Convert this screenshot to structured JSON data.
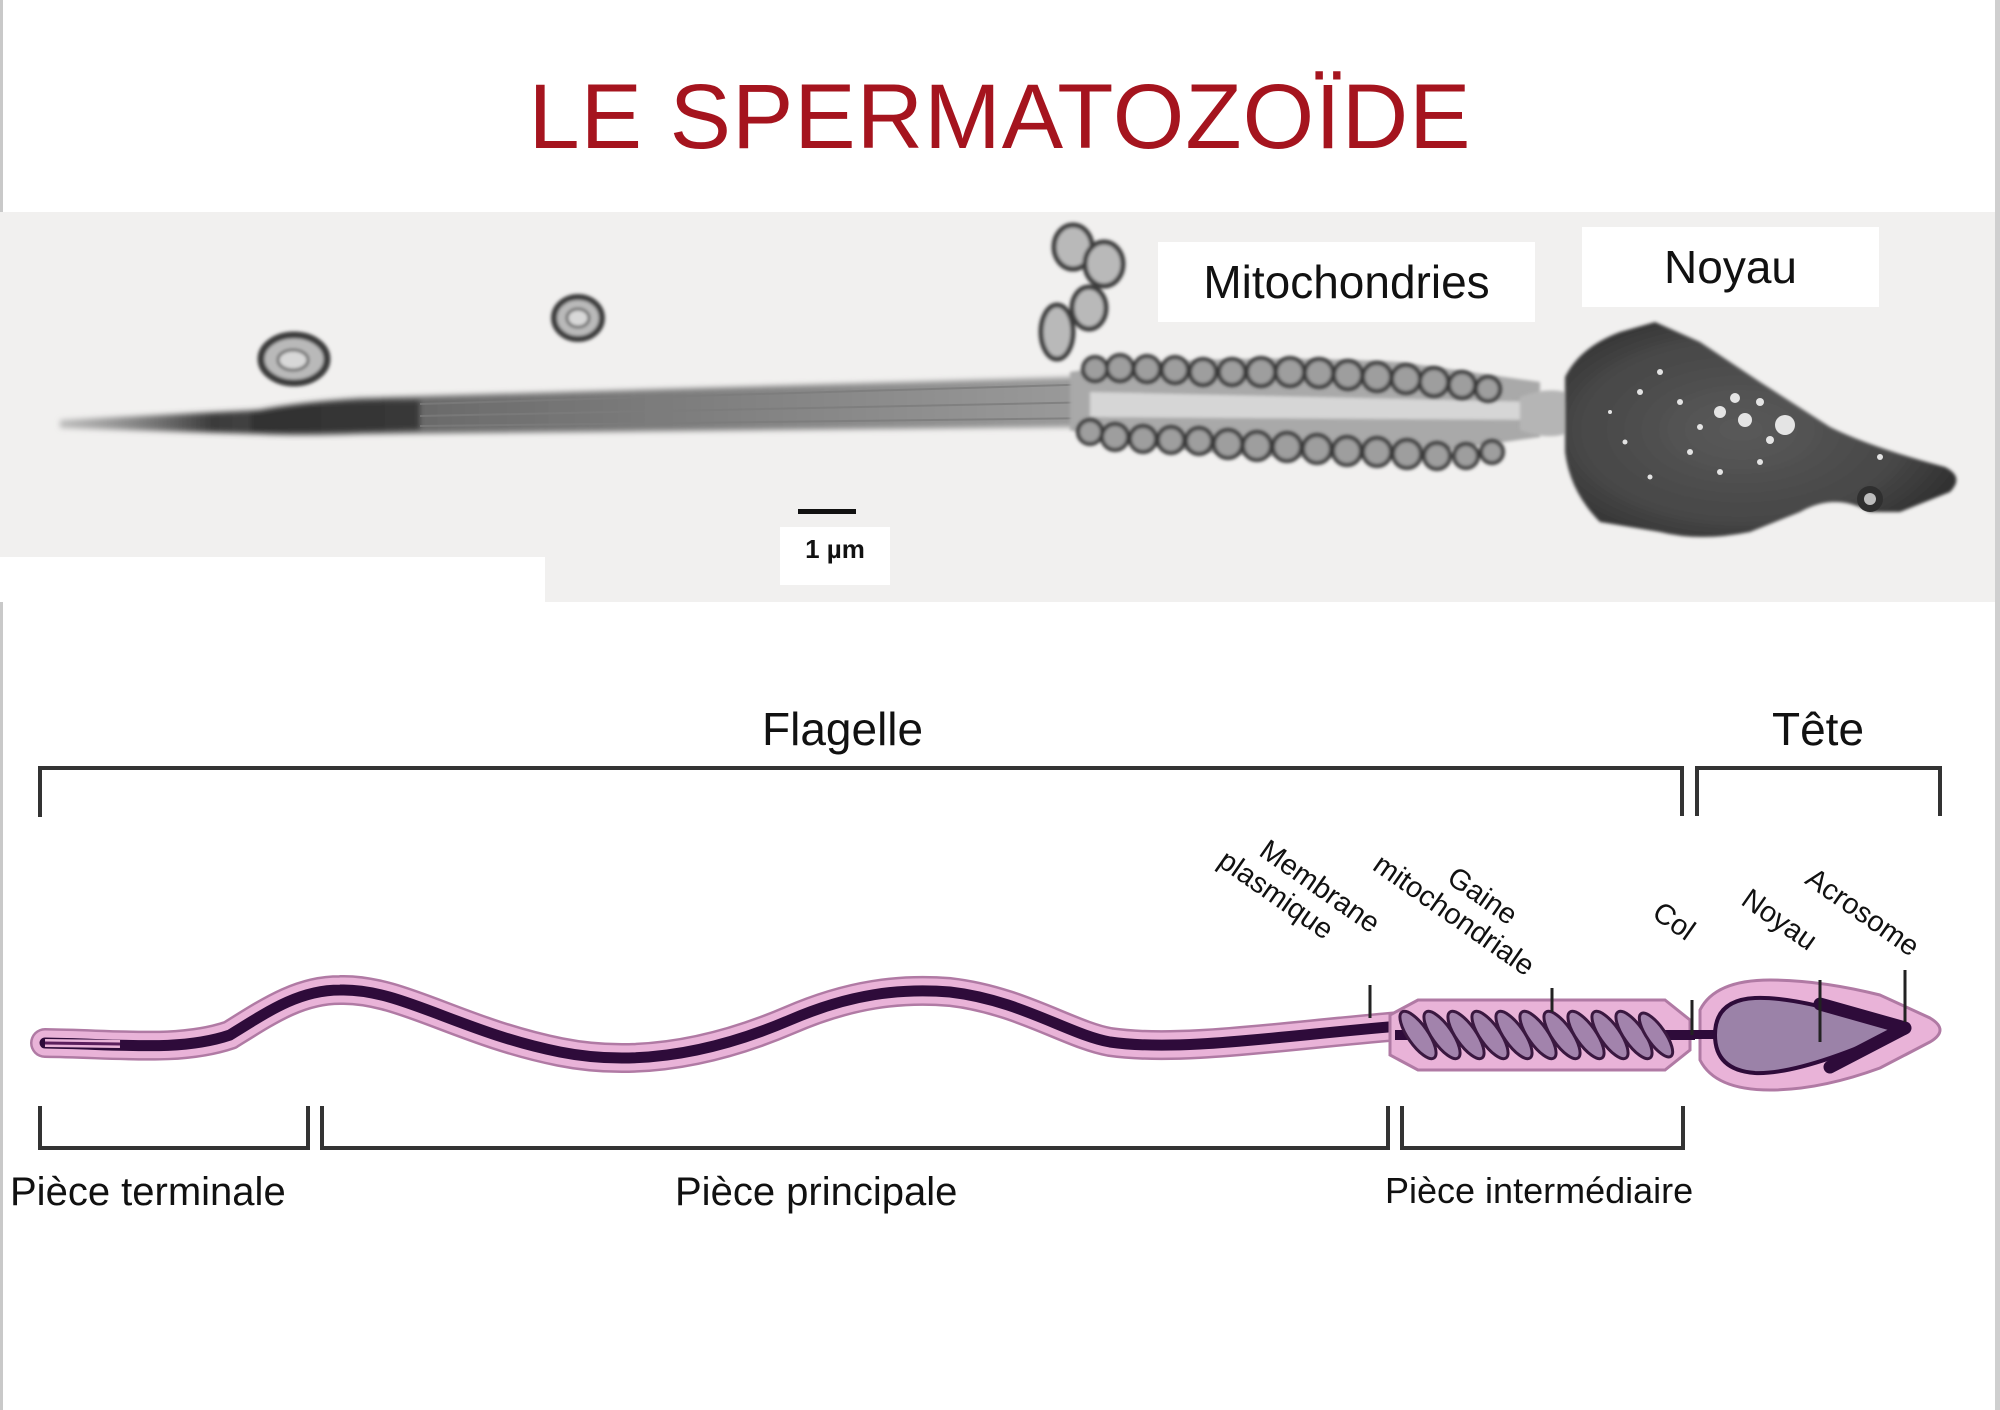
{
  "title": "LE SPERMATOZOÏDE",
  "micrograph": {
    "labels": {
      "mitochondria": "Mitochondries",
      "nucleus": "Noyau"
    },
    "scale_bar": "1 µm"
  },
  "diagram": {
    "regions": {
      "flagellum": "Flagelle",
      "head": "Tête"
    },
    "parts": {
      "end_piece": "Pièce terminale",
      "principal_piece": "Pièce principale",
      "middle_piece": "Pièce intermédiaire"
    },
    "structures": {
      "plasma_membrane_line1": "Membrane",
      "plasma_membrane_line2": "plasmique",
      "mito_sheath_line1": "Gaine",
      "mito_sheath_line2": "mitochondriale",
      "neck": "Col",
      "nucleus": "Noyau",
      "acrosome": "Acrosome"
    },
    "colors": {
      "membrane_pink": "#e9b3d8",
      "membrane_outline": "#b07aa4",
      "axoneme_dark": "#2e0b3a",
      "mito_purple": "#a283ac",
      "nucleus_purple": "#9b82a8",
      "title_red": "#a5141e"
    }
  }
}
